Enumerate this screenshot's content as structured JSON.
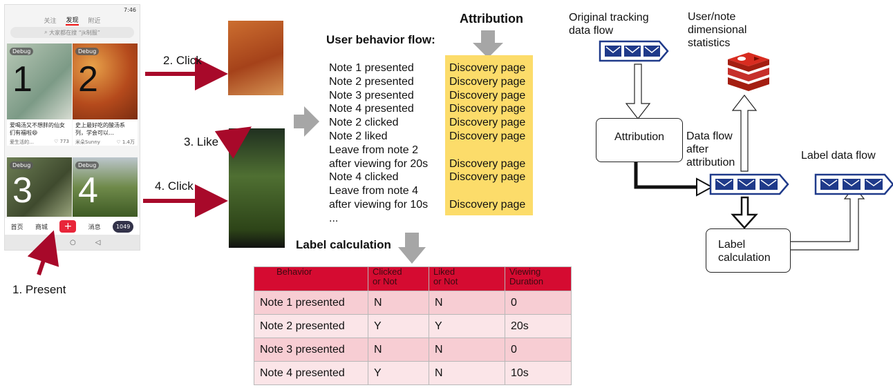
{
  "phone": {
    "time": "7:46",
    "tabs": [
      "关注",
      "发现",
      "附近"
    ],
    "search_placeholder": "大家都在搜 “jk制服”",
    "cards": [
      {
        "number": "1",
        "badge": "Debug",
        "caption": "爱喝汤又不想胖的仙女们有福啦😄",
        "author": "爱生活的…",
        "likes": "773"
      },
      {
        "number": "2",
        "badge": "Debug",
        "caption": "史上最好吃的酸汤系列，学会可以…",
        "author": "米朵Sunny",
        "likes": "1.4万"
      },
      {
        "number": "3",
        "badge": "Debug"
      },
      {
        "number": "4",
        "badge": "Debug"
      }
    ],
    "nav": [
      "首页",
      "商城",
      "消息",
      "1049"
    ]
  },
  "steps": {
    "present": "1. Present",
    "click1": "2. Click",
    "like": "3. Like",
    "click2": "4. Click"
  },
  "flow": {
    "title": "User behavior flow:",
    "attribution_title": "Attribution",
    "events": [
      "Note 1 presented",
      "Note 2 presented",
      "Note 3 presented",
      "Note 4 presented",
      "Note 2 clicked",
      "Note 2 liked",
      "Leave from note 2",
      "after viewing for 20s",
      "Note 4 clicked",
      "Leave from note 4",
      "after viewing for 10s",
      "..."
    ],
    "pages": [
      "Discovery page",
      "Discovery page",
      "Discovery page",
      "Discovery page",
      "Discovery page",
      "Discovery page",
      "Discovery page",
      "Discovery page",
      "Discovery page"
    ]
  },
  "label_calc": {
    "title": "Label calculation",
    "headers": [
      "Behavior",
      "Clicked\nor Not",
      "Liked\nor Not",
      "Viewing\nDuration"
    ],
    "rows": [
      [
        "Note 1 presented",
        "N",
        "N",
        "0"
      ],
      [
        "Note 2 presented",
        "Y",
        "Y",
        "20s"
      ],
      [
        "Note 3 presented",
        "N",
        "N",
        "0"
      ],
      [
        "Note 4 presented",
        "Y",
        "N",
        "10s"
      ]
    ]
  },
  "pipeline": {
    "original_flow": "Original tracking data flow",
    "user_note_stats": "User/note dimensional statistics",
    "attribution_box": "Attribution",
    "data_flow_after": "Data flow after attribution",
    "label_data_flow": "Label data flow",
    "label_calc_box": "Label calculation"
  },
  "colors": {
    "arrow_red": "#a8092a",
    "queue_blue": "#1f3a8a",
    "yellow": "#fcdc6a",
    "table_header": "#d50b31"
  }
}
